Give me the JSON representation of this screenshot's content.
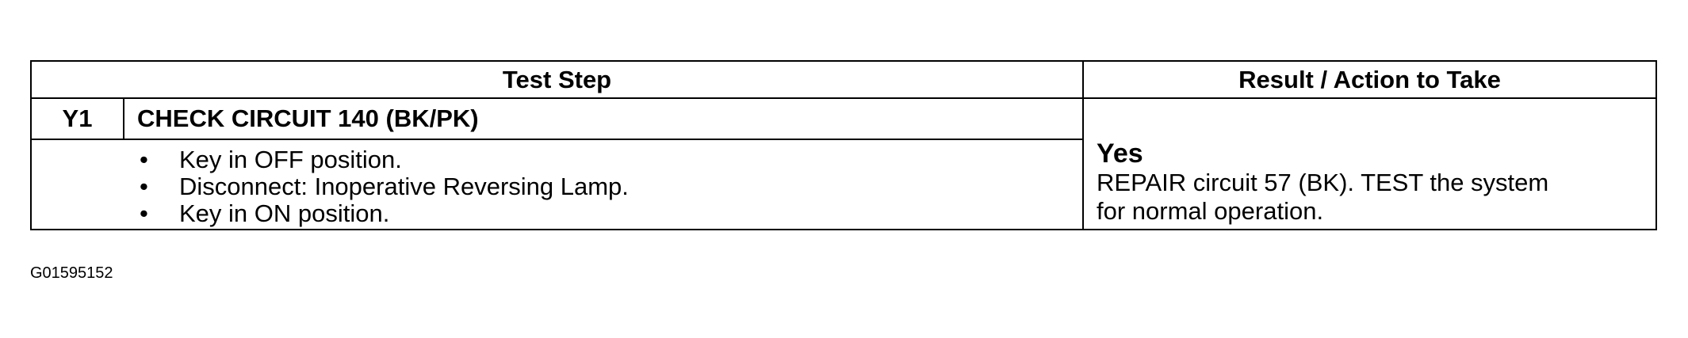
{
  "table": {
    "header": {
      "test_step": "Test Step",
      "result_action": "Result / Action to Take"
    },
    "step": {
      "id": "Y1",
      "title": "CHECK CIRCUIT 140 (BK/PK)",
      "bullet_symbol": "•",
      "instructions": [
        "Key in OFF position.",
        "Disconnect: Inoperative Reversing Lamp.",
        "Key in ON position."
      ]
    },
    "result": {
      "answer": "Yes",
      "action_lines": [
        "REPAIR circuit 57 (BK). TEST the system",
        "for normal operation."
      ]
    }
  },
  "figure_id": "G01595152"
}
